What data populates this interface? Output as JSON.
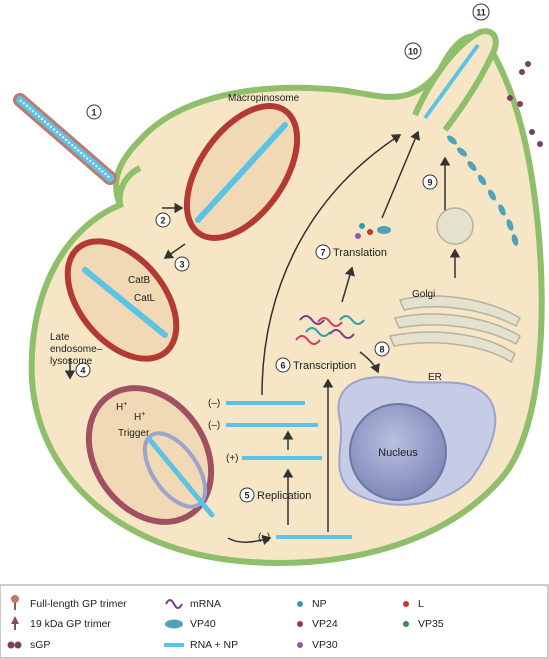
{
  "steps": [
    "1",
    "2",
    "3",
    "4",
    "5",
    "6",
    "7",
    "8",
    "9",
    "10",
    "11"
  ],
  "labels": {
    "macropinosome": "Macropinosome",
    "catb": "CatB",
    "catl": "CatL",
    "late_endosome_1": "Late",
    "late_endosome_2": "endosome–",
    "late_endosome_3": "lysosome",
    "h1": "H",
    "h2": "H",
    "trigger": "Trigger",
    "translation": "Translation",
    "transcription": "Transcription",
    "replication": "Replication",
    "golgi": "Golgi",
    "er": "ER",
    "nucleus": "Nucleus",
    "neg1": "(–)",
    "neg2": "(–)",
    "pos": "(+)",
    "neg3": "(–)"
  },
  "legend": {
    "gp_full": "Full-length GP trimer",
    "gp_19": "19 kDa GP trimer",
    "sgp": "sGP",
    "mrna": "mRNA",
    "vp40": "VP40",
    "rna_np": "RNA + NP",
    "np": "NP",
    "vp24": "VP24",
    "vp30": "VP30",
    "l": "L",
    "vp35": "VP35"
  },
  "colors": {
    "cell_fill": "#f6e6c6",
    "membrane": "#8fbf6a",
    "endosome": "#b23a32",
    "rna": "#5cc3e6",
    "gp": "#c2786b",
    "nucleus": "#9aa4cc"
  }
}
